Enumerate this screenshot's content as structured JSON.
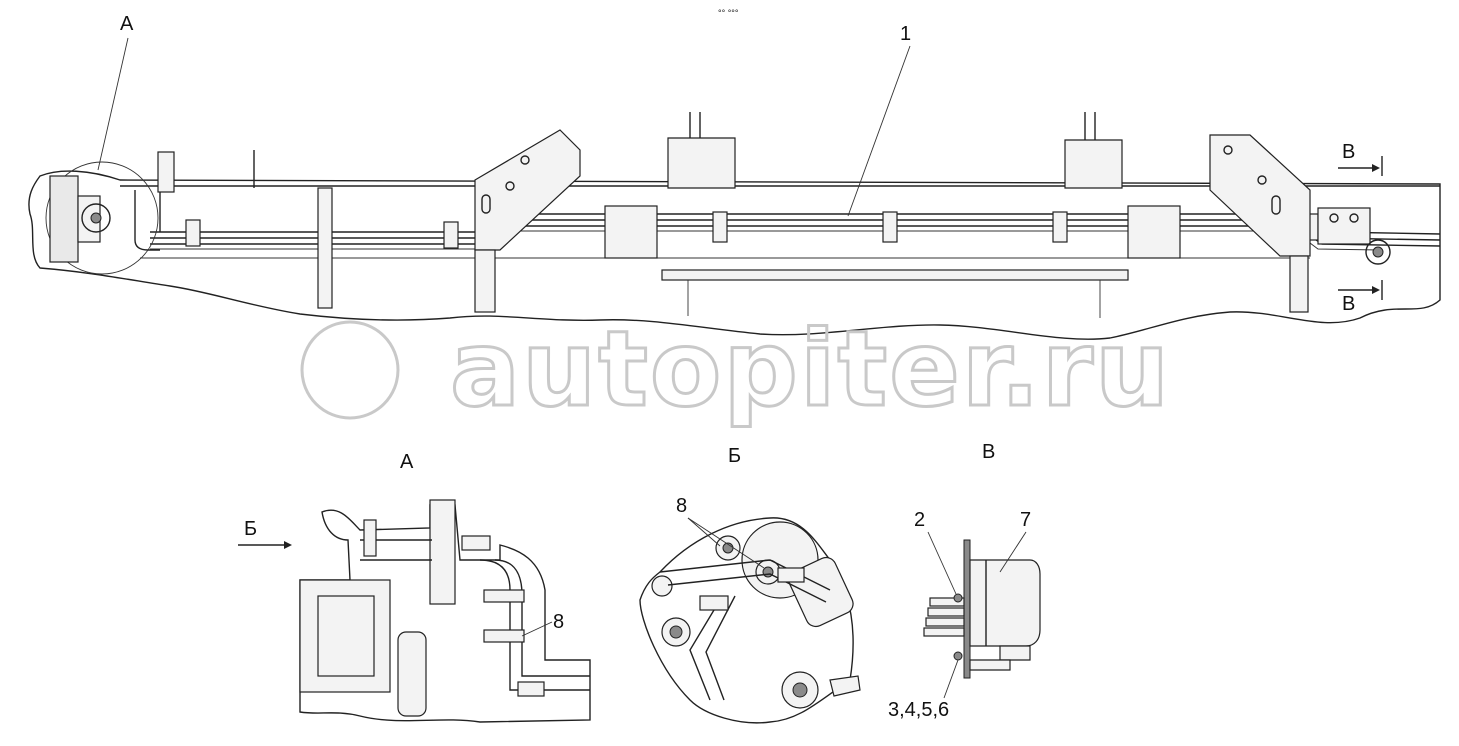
{
  "header_mark": "°° °°°",
  "watermark": "autopiter.ru",
  "main_view": {
    "callout_a": "А",
    "callout_1": "1",
    "arrow_v_top": "В",
    "arrow_v_bottom": "В"
  },
  "detail_a": {
    "title": "А",
    "arrow_b": "Б",
    "callout_8": "8"
  },
  "detail_b": {
    "title": "Б",
    "callout_8": "8"
  },
  "detail_v": {
    "title": "В",
    "callout_2": "2",
    "callout_7": "7",
    "callout_3456": "3,4,5,6"
  }
}
